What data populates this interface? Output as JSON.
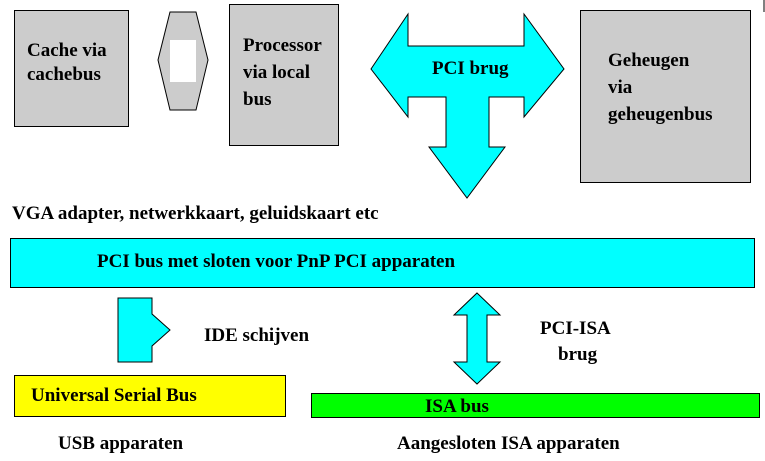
{
  "boxes": {
    "cache": [
      "Cache via",
      "cachebus"
    ],
    "processor": [
      "Processor",
      "via local",
      "bus"
    ],
    "memory": [
      "Geheugen",
      "via",
      "geheugenbus"
    ]
  },
  "arrows": {
    "pci_bridge": "PCI brug",
    "ide": "IDE schijven",
    "pci_isa": [
      "PCI-ISA",
      "brug"
    ]
  },
  "labels": {
    "vga_line": "VGA adapter, netwerkkaart, geluidskaart etc",
    "usb_devices": "USB apparaten",
    "isa_devices": "Aangesloten ISA apparaten"
  },
  "buses": {
    "pci": "PCI bus met sloten voor PnP PCI apparaten",
    "usb": "Universal Serial Bus",
    "isa": "ISA bus"
  },
  "colors": {
    "cyan": "#00ffff",
    "gray": "#cccccc",
    "usb_yellow": "#ffff00",
    "isa_green": "#00ff00"
  }
}
